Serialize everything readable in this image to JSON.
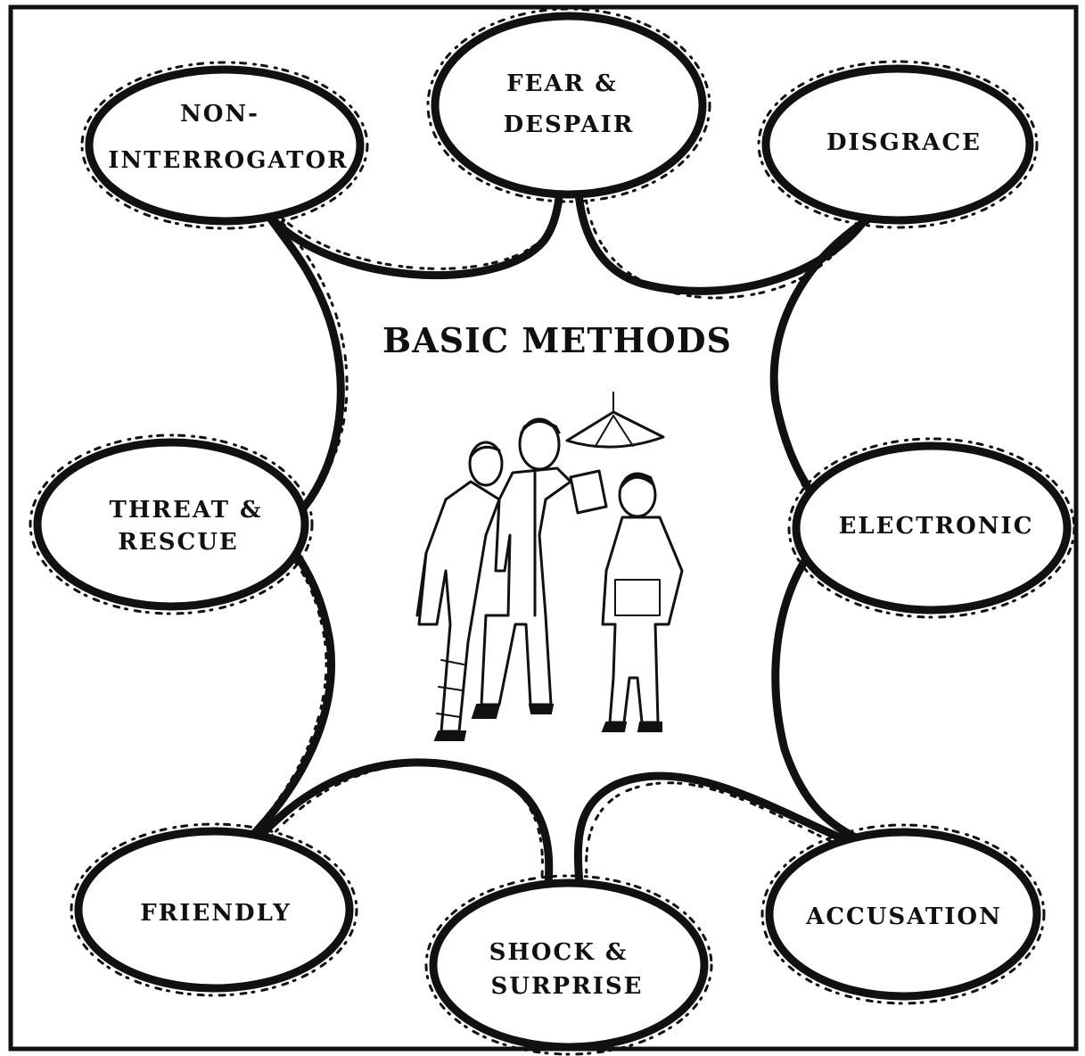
{
  "title": "BASIC METHODS",
  "methods": [
    {
      "id": "non-interrogator",
      "lines": [
        "NON-",
        "INTERROGATOR"
      ]
    },
    {
      "id": "fear-despair",
      "lines": [
        "FEAR &",
        "DESPAIR"
      ]
    },
    {
      "id": "disgrace",
      "lines": [
        "DISGRACE"
      ]
    },
    {
      "id": "threat-rescue",
      "lines": [
        "THREAT &",
        "RESCUE"
      ]
    },
    {
      "id": "electronic",
      "lines": [
        "ELECTRONIC"
      ]
    },
    {
      "id": "friendly",
      "lines": [
        "FRIENDLY"
      ]
    },
    {
      "id": "shock-surprise",
      "lines": [
        "SHOCK &",
        "SURPRISE"
      ]
    },
    {
      "id": "accusation",
      "lines": [
        "ACCUSATION"
      ]
    }
  ],
  "colors": {
    "ink": "#111111",
    "paper": "#ffffff"
  },
  "illustration": {
    "subject": "interrogation-scene-icon"
  }
}
